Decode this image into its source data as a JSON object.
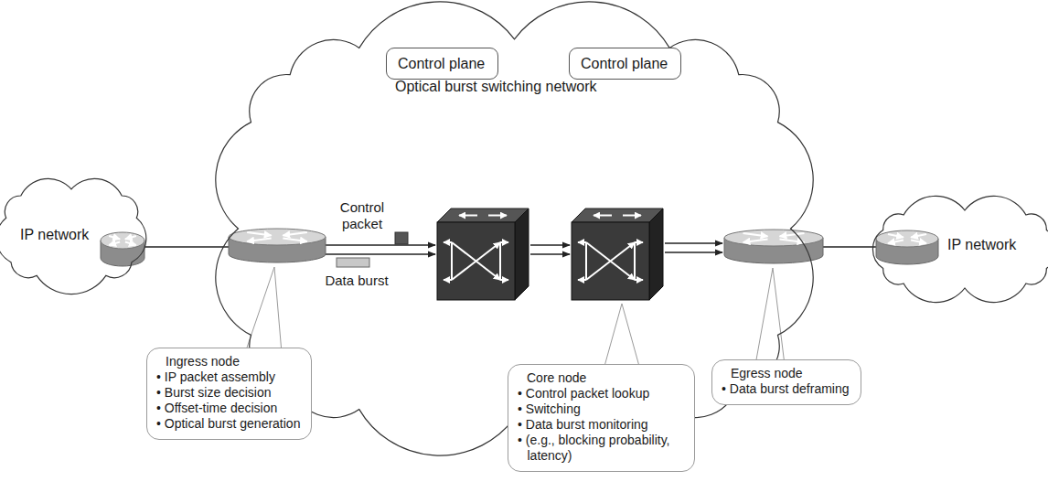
{
  "diagram": {
    "nodes": [
      {
        "text": [
          "Optical burst switching network"
        ]
      },
      {
        "text": [
          "IP network"
        ]
      },
      {
        "text": [
          "Control plane"
        ],
        "in": 0
      },
      {
        "text": [
          "Control plane"
        ],
        "in": 0
      },
      {
        "text": [
          "Ingress node",
          "• IP packet assembly",
          "• Burst size decision",
          "• Offset-time decision",
          "• Optical burst generation"
        ]
      },
      {
        "text": [
          "Core node",
          "• Control packet lookup",
          "• Switching",
          "• Data burst monitoring",
          "• (e.g., blocking probability, latency)"
        ]
      },
      {
        "text": [
          "Egress node",
          "• Data burst deframing"
        ]
      },
      {
        "text": [
          "IP network"
        ]
      }
    ],
    "labels": [
      "Control packet",
      "Data burst"
    ]
  }
}
